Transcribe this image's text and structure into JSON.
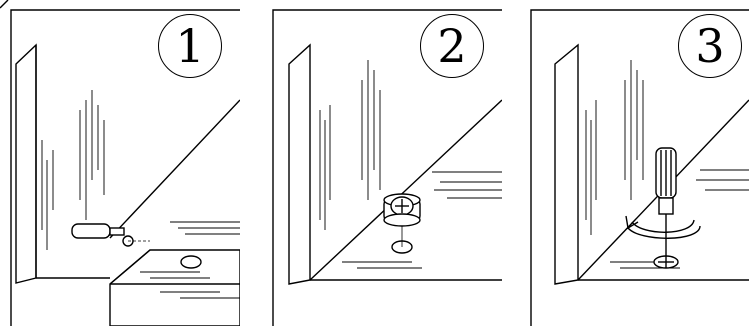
{
  "steps": [
    {
      "number": "1",
      "action": "insert-dowel"
    },
    {
      "number": "2",
      "action": "insert-cam-lock"
    },
    {
      "number": "3",
      "action": "tighten-with-screwdriver"
    }
  ],
  "colors": {
    "line": "#000000",
    "background": "#ffffff"
  }
}
